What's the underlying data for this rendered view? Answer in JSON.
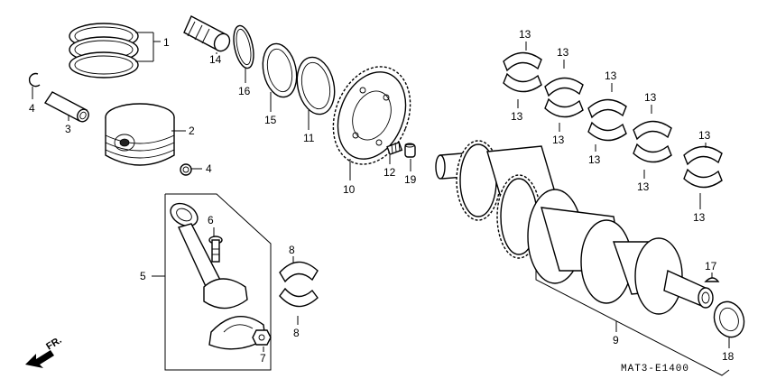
{
  "diagram": {
    "drawing_code": "MAT3-E1400",
    "direction_arrow": {
      "label": "FR.",
      "icon": "front-arrow-icon"
    },
    "callouts": [
      {
        "id": "p1",
        "number": "1"
      },
      {
        "id": "p2",
        "number": "2"
      },
      {
        "id": "p3",
        "number": "3"
      },
      {
        "id": "p4a",
        "number": "4"
      },
      {
        "id": "p4b",
        "number": "4"
      },
      {
        "id": "p5",
        "number": "5"
      },
      {
        "id": "p6",
        "number": "6"
      },
      {
        "id": "p7",
        "number": "7"
      },
      {
        "id": "p8a",
        "number": "8"
      },
      {
        "id": "p8b",
        "number": "8"
      },
      {
        "id": "p9",
        "number": "9"
      },
      {
        "id": "p10",
        "number": "10"
      },
      {
        "id": "p11",
        "number": "11"
      },
      {
        "id": "p12",
        "number": "12"
      },
      {
        "id": "p13a",
        "number": "13"
      },
      {
        "id": "p13b",
        "number": "13"
      },
      {
        "id": "p13c",
        "number": "13"
      },
      {
        "id": "p13d",
        "number": "13"
      },
      {
        "id": "p13e",
        "number": "13"
      },
      {
        "id": "p13f",
        "number": "13"
      },
      {
        "id": "p13g",
        "number": "13"
      },
      {
        "id": "p13h",
        "number": "13"
      },
      {
        "id": "p13i",
        "number": "13"
      },
      {
        "id": "p13j",
        "number": "13"
      },
      {
        "id": "p14",
        "number": "14"
      },
      {
        "id": "p15",
        "number": "15"
      },
      {
        "id": "p16",
        "number": "16"
      },
      {
        "id": "p17",
        "number": "17"
      },
      {
        "id": "p18",
        "number": "18"
      },
      {
        "id": "p19",
        "number": "19"
      }
    ]
  }
}
